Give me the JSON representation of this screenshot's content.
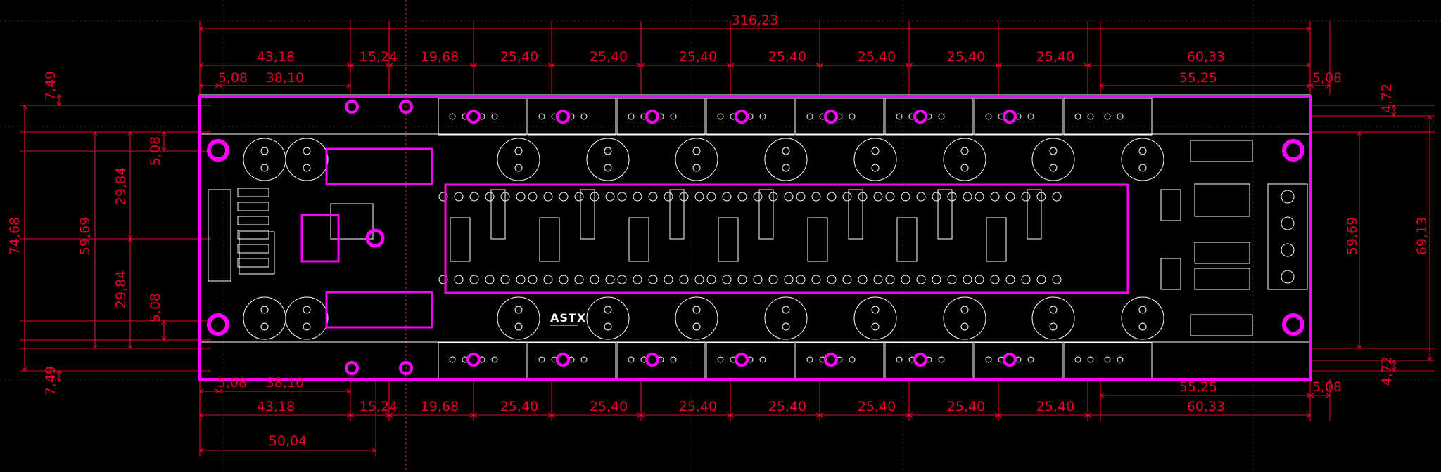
{
  "drawing": {
    "overall_width": "316,23",
    "logo": "ASTX"
  },
  "top_dims": {
    "row1_left": "43,18",
    "row1_gap": "15,24",
    "row1_c1": "19,68",
    "row1_pitches": [
      "25,40",
      "25,40",
      "25,40",
      "25,40",
      "25,40",
      "25,40",
      "25,40"
    ],
    "row1_right": "60,33",
    "row2_a": "5,08",
    "row2_b": "38,10",
    "row2_right": "55,25",
    "row2_edge": "5,08"
  },
  "bottom_dims": {
    "row1_a": "5,08",
    "row1_b": "38,10",
    "row1_right": "55,25",
    "row1_edge": "5,08",
    "row2_left": "43,18",
    "row2_gap": "15,24",
    "row2_c1": "19,68",
    "row2_pitches": [
      "25,40",
      "25,40",
      "25,40",
      "25,40",
      "25,40",
      "25,40",
      "25,40"
    ],
    "row2_right": "60,33",
    "row3": "50,04"
  },
  "left_dims": {
    "top_margin": "7,49",
    "bottom_margin": "7,49",
    "total": "74,68",
    "hole_pitch": "59,69",
    "upper_half": "29,84",
    "lower_half": "29,84",
    "upper_off": "5,08",
    "lower_off": "5,08"
  },
  "right_dims": {
    "top_margin": "4,72",
    "bottom_margin": "4,72",
    "hole_pitch": "59,69",
    "total": "69,13"
  },
  "colors": {
    "background": "#000000",
    "dimension": "#e8002a",
    "outline": "#ff00ff",
    "silkscreen": "#ffffff",
    "grid": "#3a3a3a"
  }
}
